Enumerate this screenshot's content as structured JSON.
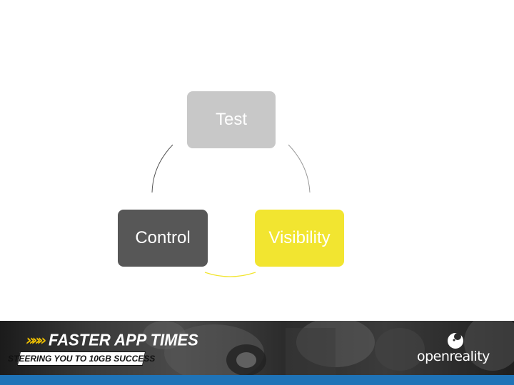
{
  "diagram": {
    "nodes": {
      "test": "Test",
      "control": "Control",
      "visibility": "Visibility"
    },
    "colors": {
      "test": "#c8c8c8",
      "control": "#575757",
      "visibility": "#f2e530",
      "connector": "#9a9a9a",
      "connector_bottom": "#f2e530"
    }
  },
  "banner": {
    "chevrons": "»»»",
    "headline": "FASTER APP TIMES",
    "tagline": "STEERING YOU TO 10GB SUCCESS",
    "brand": "openreality",
    "brand_icon": "openreality-logo-icon",
    "bar_color": "#1f73b7"
  }
}
